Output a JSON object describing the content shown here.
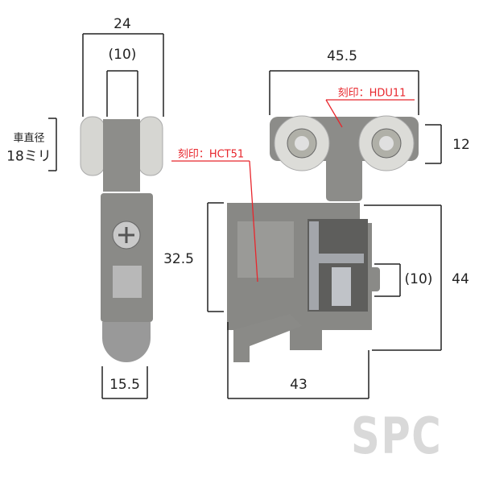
{
  "dimensions": {
    "side_width": "24",
    "side_inner": "(10)",
    "wheel_diameter_label": "車直径",
    "wheel_diameter_value": "18ミリ",
    "body_height": "32.5",
    "bottom_width": "15.5",
    "front_width": "45.5",
    "wheel_height": "12",
    "adjust_range": "(10)",
    "total_height": "44",
    "body_width": "43"
  },
  "markings": {
    "top_roller": "刻印：HDU11",
    "body": "刻印：HCT51"
  },
  "watermark": "SPC",
  "colors": {
    "accent": "#e8262c",
    "part_gray": "#8a8a88",
    "wheel": "#d8d8d4"
  }
}
